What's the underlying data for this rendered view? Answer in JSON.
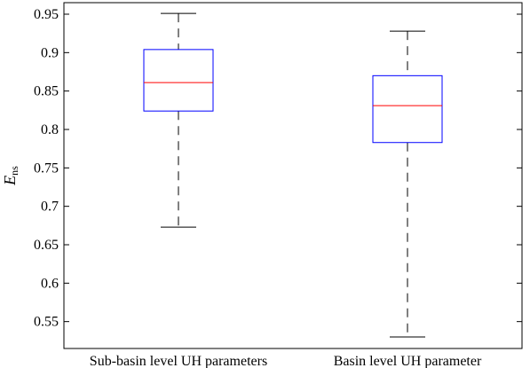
{
  "chart_data": {
    "type": "box",
    "categories": [
      "Sub-basin level UH parameters",
      "Basin level UH parameter"
    ],
    "series": [
      {
        "whisker_low": 0.673,
        "q1": 0.824,
        "median": 0.861,
        "q3": 0.904,
        "whisker_high": 0.951
      },
      {
        "whisker_low": 0.53,
        "q1": 0.783,
        "median": 0.831,
        "q3": 0.87,
        "whisker_high": 0.928
      }
    ],
    "ylabel": "E",
    "ylabel_subscript": "ns",
    "yticks": [
      0.55,
      0.6,
      0.65,
      0.7,
      0.75,
      0.8,
      0.85,
      0.9,
      0.95
    ],
    "ylim": [
      0.515,
      0.965
    ],
    "colors": {
      "box": "#0000ff",
      "median": "#ff0000",
      "whisker": "#000000"
    }
  }
}
